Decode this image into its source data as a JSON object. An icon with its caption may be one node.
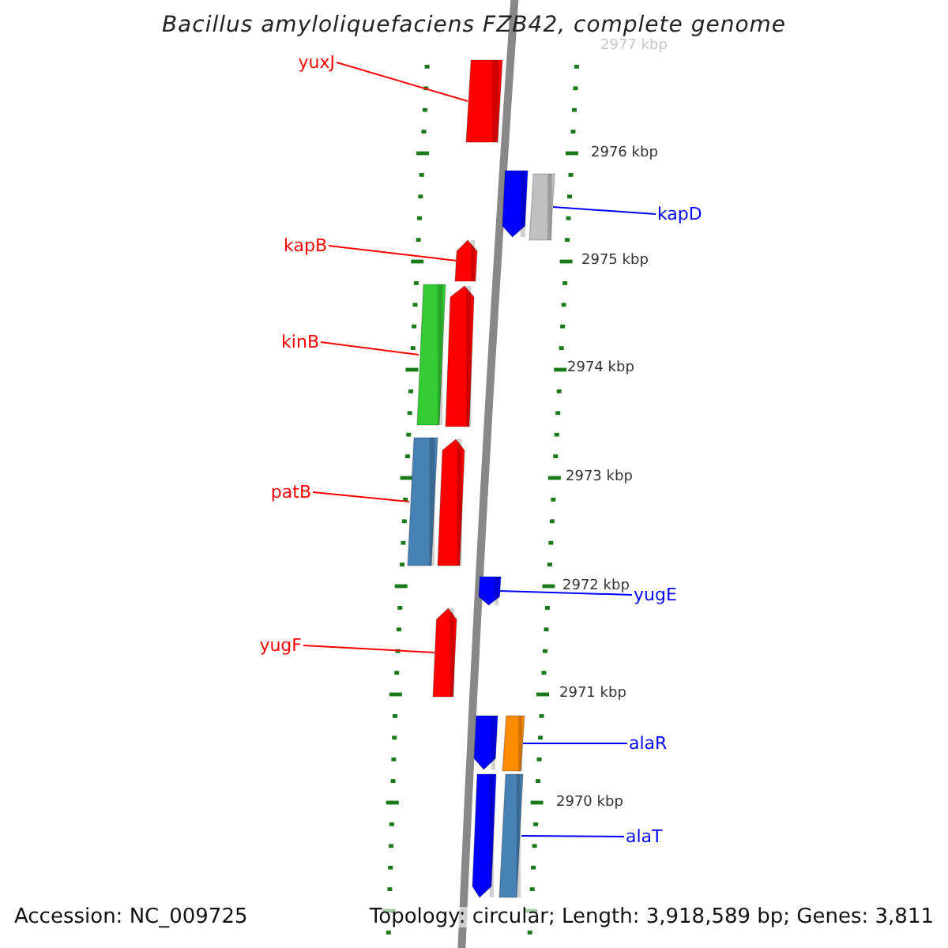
{
  "diagram": {
    "title": "Bacillus amyloliquefaciens FZB42, complete genome",
    "nodes": [
      {
        "text": [
          "yuxJ"
        ]
      },
      {
        "text": [],
        "shape": "bar"
      },
      {
        "text": [],
        "shape": "bar"
      },
      {
        "text": [],
        "shape": "bar"
      },
      {
        "text": [
          "kapD"
        ]
      },
      {
        "text": [
          "kapB"
        ]
      },
      {
        "text": [],
        "shape": "bar"
      },
      {
        "text": [],
        "shape": "bar"
      },
      {
        "text": [],
        "shape": "bar"
      },
      {
        "text": [
          "kinB"
        ]
      },
      {
        "text": [],
        "shape": "bar"
      },
      {
        "text": [],
        "shape": "bar"
      },
      {
        "text": [
          "patB"
        ]
      },
      {
        "text": [],
        "shape": "bar"
      },
      {
        "text": [
          "yugE"
        ]
      },
      {
        "text": [],
        "shape": "bar"
      },
      {
        "text": [
          "yugF"
        ]
      },
      {
        "text": [],
        "shape": "bar"
      },
      {
        "text": [],
        "shape": "bar"
      },
      {
        "text": [
          "alaR"
        ]
      },
      {
        "text": [],
        "shape": "bar"
      },
      {
        "text": [],
        "shape": "bar"
      },
      {
        "text": [
          "alaT"
        ]
      }
    ],
    "edges": [
      {
        "from": 0,
        "to": 1,
        "arrow": "none"
      },
      {
        "from": 4,
        "to": 3,
        "arrow": "none",
        "color": "#0000ff"
      },
      {
        "from": 5,
        "to": 6,
        "arrow": "none"
      },
      {
        "from": 9,
        "to": 7,
        "arrow": "none"
      },
      {
        "from": 12,
        "to": 10,
        "arrow": "none"
      },
      {
        "from": 14,
        "to": 13,
        "arrow": "none",
        "color": "#0000ff"
      },
      {
        "from": 16,
        "to": 15,
        "arrow": "none"
      },
      {
        "from": 19,
        "to": 18,
        "arrow": "none",
        "color": "#0000ff"
      },
      {
        "from": 22,
        "to": 21,
        "arrow": "none",
        "color": "#0000ff"
      }
    ],
    "labels": [
      "2977 kbp",
      "2976 kbp",
      "2975 kbp",
      "2974 kbp",
      "2973 kbp",
      "2972 kbp",
      "2971 kbp",
      "2970 kbp",
      "Accession: NC_009725",
      "Topology: circular; Length: 3,918,589 bp; Genes: 3,811"
    ]
  }
}
